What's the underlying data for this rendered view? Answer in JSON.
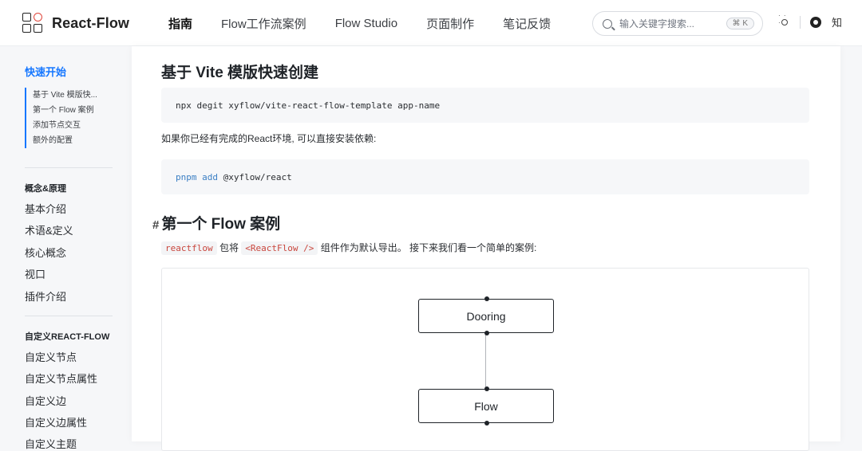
{
  "brand": {
    "name": "React-Flow"
  },
  "nav": [
    {
      "label": "指南",
      "active": true
    },
    {
      "label": "Flow工作流案例",
      "active": false
    },
    {
      "label": "Flow Studio",
      "active": false
    },
    {
      "label": "页面制作",
      "active": false
    },
    {
      "label": "笔记反馈",
      "active": false
    }
  ],
  "search": {
    "placeholder": "输入关键字搜索...",
    "shortcut": "⌘ K"
  },
  "tools": {
    "zhi_label": "知"
  },
  "sidebar": {
    "quickstart": {
      "title": "快速开始",
      "toc": [
        "基于 Vite 模版快...",
        "第一个 Flow 案例",
        "添加节点交互",
        "额外的配置"
      ]
    },
    "concepts": {
      "title": "概念&原理",
      "items": [
        "基本介绍",
        "术语&定义",
        "核心概念",
        "视口",
        "插件介绍"
      ]
    },
    "custom": {
      "title": "自定义REACT-FLOW",
      "items": [
        "自定义节点",
        "自定义节点属性",
        "自定义边",
        "自定义边属性",
        "自定义主题"
      ]
    }
  },
  "content": {
    "heading1": "基于 Vite 模版快速创建",
    "code1": "npx degit xyflow/vite-react-flow-template app-name",
    "para1": "如果你已经有完成的React环境, 可以直接安装依赖:",
    "code2": {
      "cmd": "pnpm",
      "sub": "add",
      "arg": "@xyflow/react"
    },
    "heading2_hash": "#",
    "heading2": "第一个 Flow 案例",
    "para2": {
      "code_a": "reactflow",
      "text_a": " 包将 ",
      "code_b": "<ReactFlow />",
      "text_b": " 组件作为默认导出。 接下来我们看一个简单的案例:"
    },
    "flow": {
      "node1": "Dooring",
      "node2": "Flow"
    }
  },
  "colors": {
    "accent": "#1677ff",
    "inline_code": "#c9463d",
    "keyword": "#3b7fc4"
  }
}
